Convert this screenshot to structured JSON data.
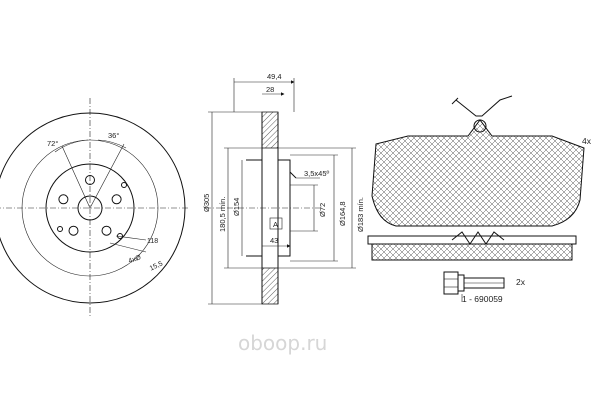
{
  "disc_front": {
    "dim_angle_72": "72°",
    "dim_angle_36": "36°",
    "dim_hole_118": "118",
    "dim_hub_4x": "4xØ",
    "dim_bolt_155": "15,5"
  },
  "disc_section": {
    "dim_width_494": "49,4",
    "dim_width_28": "28",
    "dim_outer_305": "Ø305",
    "dim_min_1805": "180,5 mín.",
    "dim_154": "Ø154",
    "dim_chamfer": "3,5x45º",
    "dim_72": "Ø72",
    "dim_1648": "Ø164,8",
    "dim_183": "Ø183 mín.",
    "marker_a": "A",
    "dim_43": "43"
  },
  "pad": {
    "qty": "4x"
  },
  "bolt": {
    "qty": "2x",
    "part_number": "1 - 690059"
  },
  "watermark": {
    "text": "oboop.ru"
  }
}
